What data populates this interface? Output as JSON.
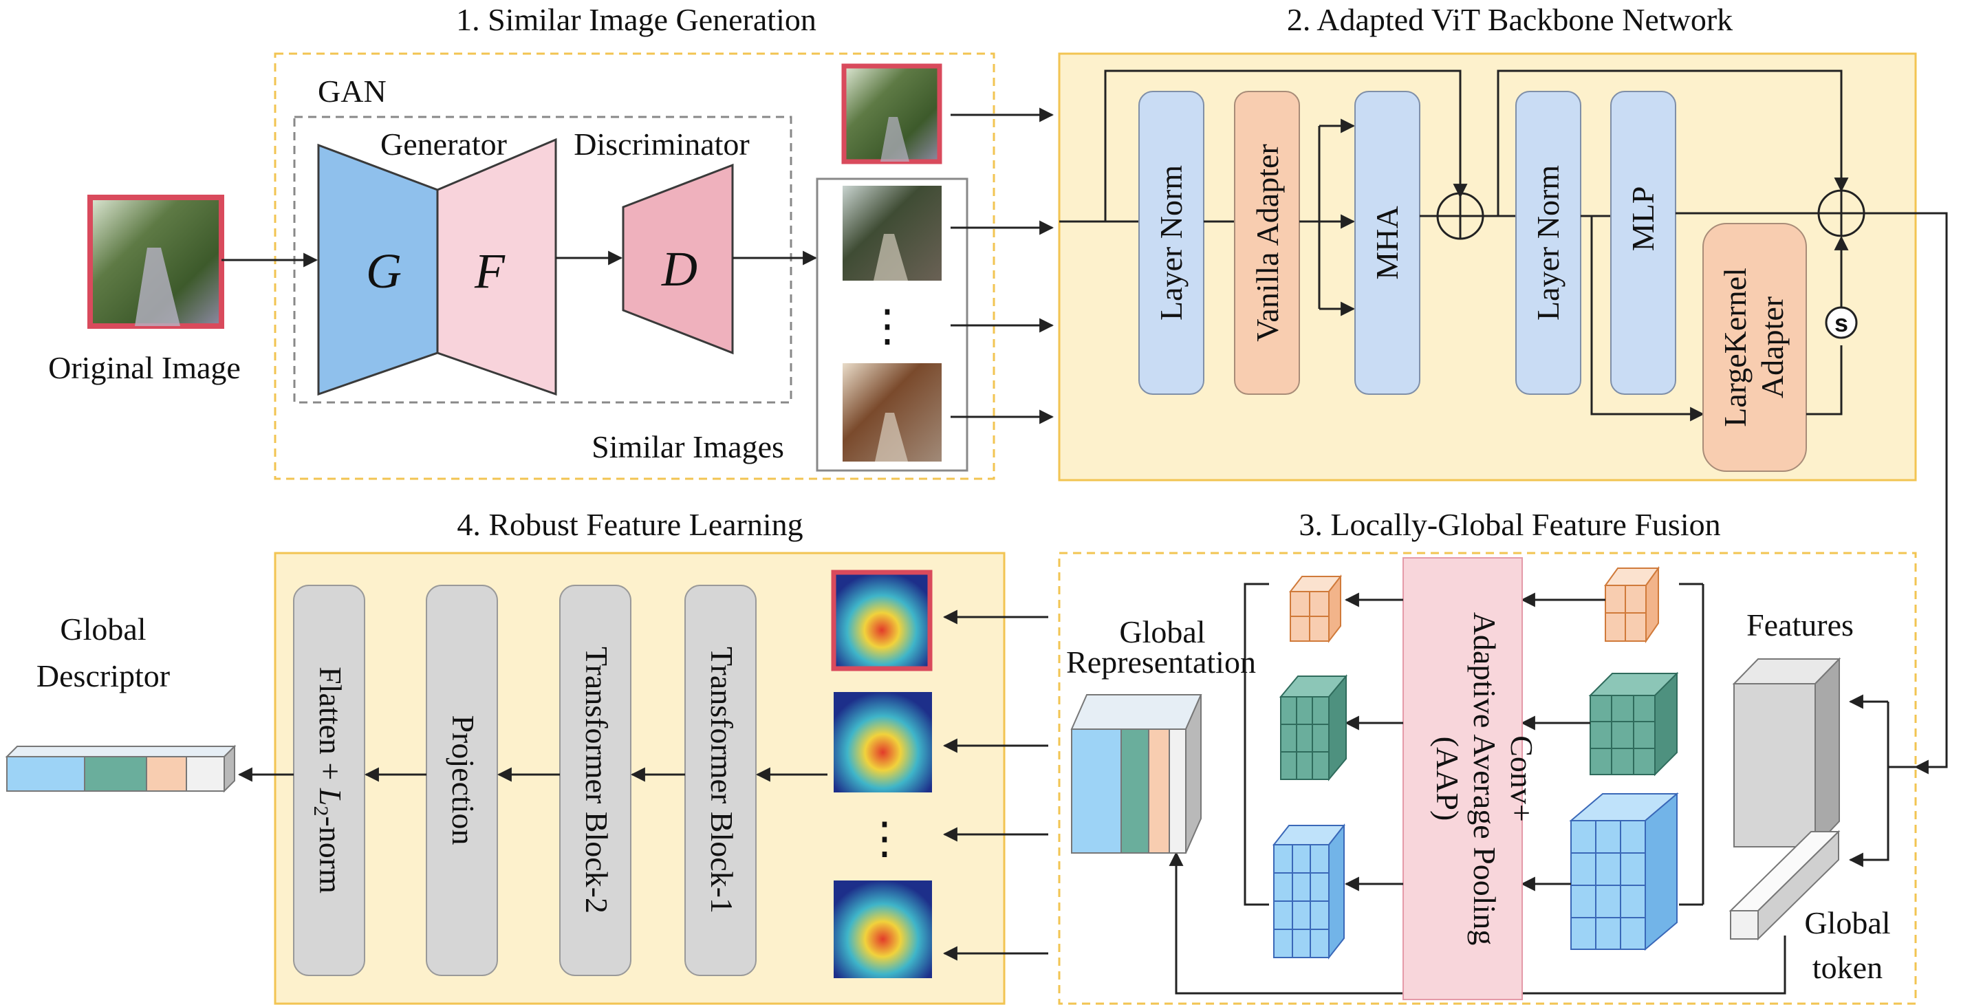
{
  "sections": {
    "s1": "1. Similar Image Generation",
    "s2": "2. Adapted ViT Backbone Network",
    "s3": "3. Locally-Global Feature Fusion",
    "s4": "4. Robust Feature Learning"
  },
  "gan": {
    "label": "GAN",
    "generator": "Generator",
    "discriminator": "Discriminator",
    "g": "G",
    "f": "F",
    "d": "D",
    "original_image": "Original Image",
    "similar_images": "Similar Images",
    "dots": "⋮"
  },
  "backbone": {
    "layer_norm_1": "Layer Norm",
    "vanilla_adapter": "Vanilla Adapter",
    "mha": "MHA",
    "layer_norm_2": "Layer Norm",
    "mlp": "MLP",
    "largekernel_line1": "LargeKernel",
    "largekernel_line2": "Adapter",
    "scale": "s"
  },
  "fusion": {
    "conv_line1": "Conv+",
    "conv_line2": "Adaptive Average Pooling",
    "conv_line3": "(AAP)",
    "features": "Features",
    "global_line1": "Global",
    "global_line2": "Representation",
    "token_line1": "Global",
    "token_line2": "token"
  },
  "robust": {
    "flatten_pre": "Flatten + ",
    "flatten_l": "L",
    "flatten_sub": "2",
    "flatten_post": "-norm",
    "projection": "Projection",
    "tb2": "Transformer Block-2",
    "tb1": "Transformer Block-1",
    "global_desc_line1": "Global",
    "global_desc_line2": "Descriptor",
    "dots": "⋮"
  },
  "colors": {
    "panel_fill": "#fdf1cc",
    "panel_stroke": "#f2c452",
    "blue_box": "#c9dcf4",
    "orange_box": "#f8cdb0",
    "gray_box": "#d6d6d6",
    "pink_box": "#f8d6db",
    "generator_blue": "#8fc0ec",
    "generator_pink": "#f8d3db",
    "disc_pink": "#efb1bd",
    "image_border": "#d94a5c"
  }
}
